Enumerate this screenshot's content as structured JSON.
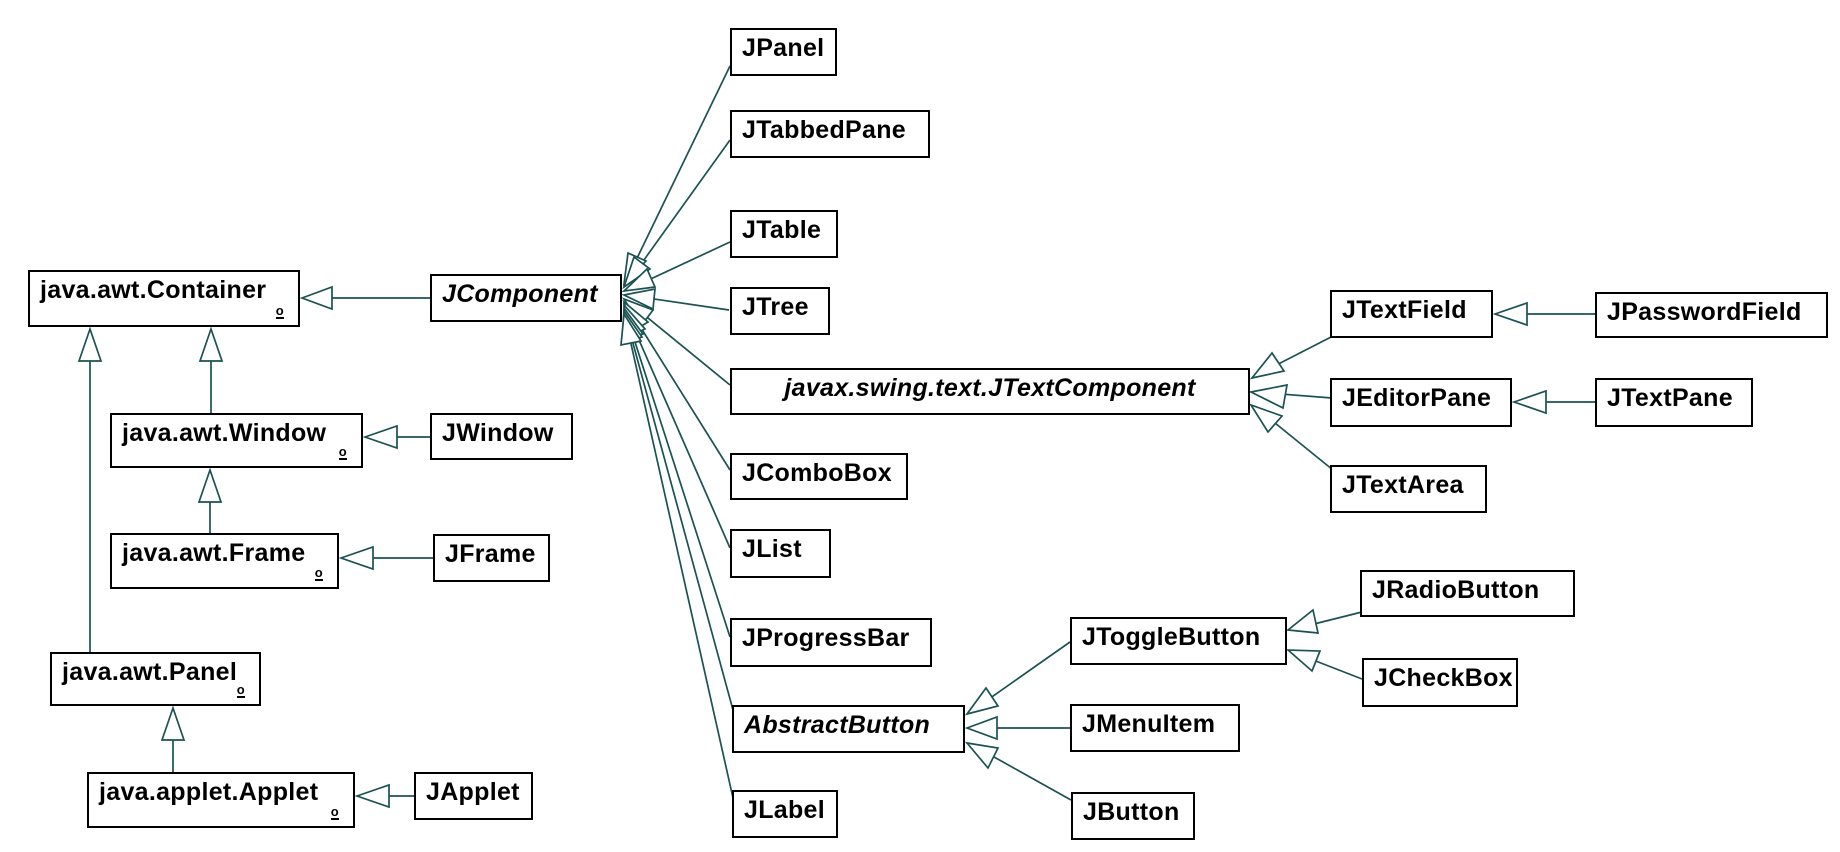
{
  "diagram": {
    "type": "class-inheritance-hierarchy",
    "topic": "Java Swing component hierarchy",
    "awt_marker": "o",
    "colors": {
      "line": "#1b5252",
      "box_border": "#000000",
      "box_fill": "#ffffff",
      "text": "#000000",
      "background": "#ffffff"
    },
    "nodes": {
      "container": {
        "label": "java.awt.Container",
        "abstract": false,
        "awt": true
      },
      "jcomponent": {
        "label": "JComponent",
        "abstract": true
      },
      "window": {
        "label": "java.awt.Window",
        "abstract": false,
        "awt": true
      },
      "jwindow": {
        "label": "JWindow",
        "abstract": false
      },
      "frame": {
        "label": "java.awt.Frame",
        "abstract": false,
        "awt": true
      },
      "jframe": {
        "label": "JFrame",
        "abstract": false
      },
      "panel": {
        "label": "java.awt.Panel",
        "abstract": false,
        "awt": true
      },
      "applet": {
        "label": "java.applet.Applet",
        "abstract": false,
        "awt": true
      },
      "japplet": {
        "label": "JApplet",
        "abstract": false
      },
      "jpanel": {
        "label": "JPanel",
        "abstract": false
      },
      "jtabbedpane": {
        "label": "JTabbedPane",
        "abstract": false
      },
      "jtable": {
        "label": "JTable",
        "abstract": false
      },
      "jtree": {
        "label": "JTree",
        "abstract": false
      },
      "jtextcomponent": {
        "label": "javax.swing.text.JTextComponent",
        "abstract": true
      },
      "jcombobox": {
        "label": "JComboBox",
        "abstract": false
      },
      "jlist": {
        "label": "JList",
        "abstract": false
      },
      "jprogressbar": {
        "label": "JProgressBar",
        "abstract": false
      },
      "abstractbutton": {
        "label": "AbstractButton",
        "abstract": true
      },
      "jlabel": {
        "label": "JLabel",
        "abstract": false
      },
      "jtextfield": {
        "label": "JTextField",
        "abstract": false
      },
      "jpasswordfield": {
        "label": "JPasswordField",
        "abstract": false
      },
      "jeditorpane": {
        "label": "JEditorPane",
        "abstract": false
      },
      "jtextpane": {
        "label": "JTextPane",
        "abstract": false
      },
      "jtextarea": {
        "label": "JTextArea",
        "abstract": false
      },
      "jtogglebutton": {
        "label": "JToggleButton",
        "abstract": false
      },
      "jradiobutton": {
        "label": "JRadioButton",
        "abstract": false
      },
      "jcheckbox": {
        "label": "JCheckBox",
        "abstract": false
      },
      "jmenuitem": {
        "label": "JMenuItem",
        "abstract": false
      },
      "jbutton": {
        "label": "JButton",
        "abstract": false
      }
    },
    "edges": [
      {
        "child": "JComponent",
        "parent": "java.awt.Container",
        "type": "inheritance"
      },
      {
        "child": "java.awt.Window",
        "parent": "java.awt.Container",
        "type": "inheritance"
      },
      {
        "child": "java.awt.Panel",
        "parent": "java.awt.Container",
        "type": "inheritance"
      },
      {
        "child": "java.awt.Frame",
        "parent": "java.awt.Window",
        "type": "inheritance"
      },
      {
        "child": "java.applet.Applet",
        "parent": "java.awt.Panel",
        "type": "inheritance"
      },
      {
        "child": "JWindow",
        "parent": "java.awt.Window",
        "type": "inheritance"
      },
      {
        "child": "JFrame",
        "parent": "java.awt.Frame",
        "type": "inheritance"
      },
      {
        "child": "JApplet",
        "parent": "java.applet.Applet",
        "type": "inheritance"
      },
      {
        "child": "JPanel",
        "parent": "JComponent",
        "type": "inheritance"
      },
      {
        "child": "JTabbedPane",
        "parent": "JComponent",
        "type": "inheritance"
      },
      {
        "child": "JTable",
        "parent": "JComponent",
        "type": "inheritance"
      },
      {
        "child": "JTree",
        "parent": "JComponent",
        "type": "inheritance"
      },
      {
        "child": "javax.swing.text.JTextComponent",
        "parent": "JComponent",
        "type": "inheritance"
      },
      {
        "child": "JComboBox",
        "parent": "JComponent",
        "type": "inheritance"
      },
      {
        "child": "JList",
        "parent": "JComponent",
        "type": "inheritance"
      },
      {
        "child": "JProgressBar",
        "parent": "JComponent",
        "type": "inheritance"
      },
      {
        "child": "AbstractButton",
        "parent": "JComponent",
        "type": "inheritance"
      },
      {
        "child": "JLabel",
        "parent": "JComponent",
        "type": "inheritance"
      },
      {
        "child": "JTextField",
        "parent": "javax.swing.text.JTextComponent",
        "type": "inheritance"
      },
      {
        "child": "JEditorPane",
        "parent": "javax.swing.text.JTextComponent",
        "type": "inheritance"
      },
      {
        "child": "JTextArea",
        "parent": "javax.swing.text.JTextComponent",
        "type": "inheritance"
      },
      {
        "child": "JPasswordField",
        "parent": "JTextField",
        "type": "inheritance"
      },
      {
        "child": "JTextPane",
        "parent": "JEditorPane",
        "type": "inheritance"
      },
      {
        "child": "JToggleButton",
        "parent": "AbstractButton",
        "type": "inheritance"
      },
      {
        "child": "JMenuItem",
        "parent": "AbstractButton",
        "type": "inheritance"
      },
      {
        "child": "JButton",
        "parent": "AbstractButton",
        "type": "inheritance"
      },
      {
        "child": "JRadioButton",
        "parent": "JToggleButton",
        "type": "inheritance"
      },
      {
        "child": "JCheckBox",
        "parent": "JToggleButton",
        "type": "inheritance"
      }
    ]
  }
}
